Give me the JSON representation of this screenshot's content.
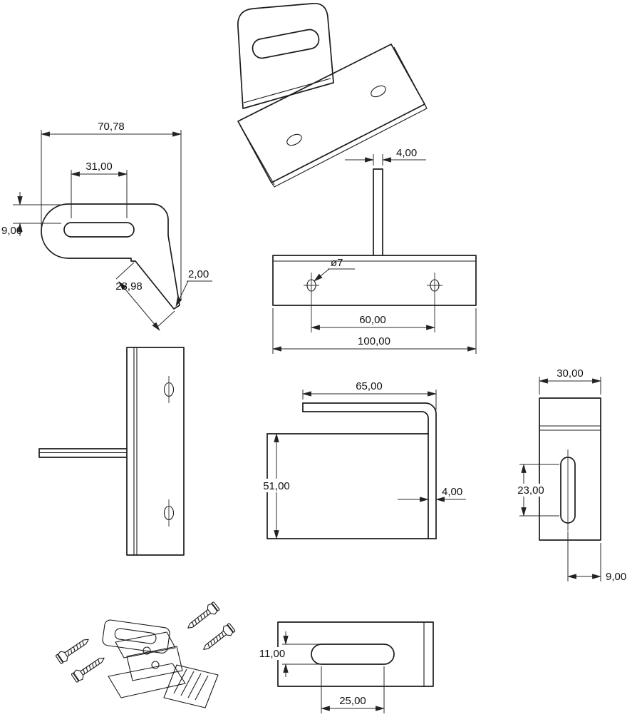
{
  "drawing": {
    "colors": {
      "line": "#1b1b1b",
      "background": "#ffffff"
    },
    "views": {
      "side_profile": {
        "dim_total_width": "70,78",
        "dim_slot_length": "31,00",
        "dim_edge_height": "9,00",
        "dim_tail_length": "28,98",
        "dim_thickness": "2,00"
      },
      "front": {
        "dim_tab_thickness": "4,00",
        "dim_hole_diameter": "ø7",
        "dim_hole_spacing": "60,00",
        "dim_total_width": "100,00"
      },
      "l_profile": {
        "dim_flange_length": "65,00",
        "dim_height": "51,00",
        "dim_thickness": "4,00"
      },
      "side_right": {
        "dim_width": "30,00",
        "dim_slot_length": "23,00",
        "dim_edge_offset": "9,00"
      },
      "base_plate": {
        "dim_slot_width": "11,00",
        "dim_slot_length": "25,00"
      }
    }
  }
}
